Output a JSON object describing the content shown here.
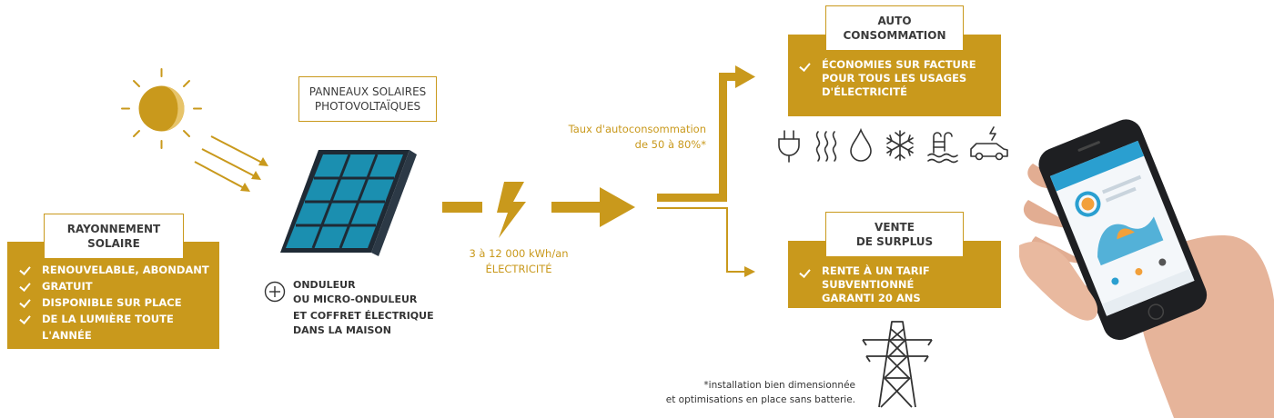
{
  "colors": {
    "accent": "#c9991c",
    "panel_blue": "#1b8fb0",
    "text_dark": "#333333"
  },
  "radiation": {
    "title_line1": "RAYONNEMENT",
    "title_line2": "SOLAIRE",
    "items": [
      "RENOUVELABLE, ABONDANT",
      "GRATUIT",
      "DISPONIBLE SUR PLACE",
      "DE LA LUMIÈRE TOUTE L'ANNÉE"
    ]
  },
  "panels": {
    "title_line1": "PANNEAUX SOLAIRES",
    "title_line2": "PHOTOVOLTAÏQUES"
  },
  "inverter": {
    "line1": "ONDULEUR",
    "line2": "OU MICRO-ONDULEUR",
    "line3": "ET COFFRET ÉLECTRIQUE",
    "line4": "DANS LA MAISON"
  },
  "production": {
    "line1": "3 à 12 000 kWh/an",
    "line2": "ÉLECTRICITÉ"
  },
  "rate": {
    "line1": "Taux d'autoconsommation",
    "line2": "de 50 à 80%*"
  },
  "self_consumption": {
    "title_line1": "AUTO",
    "title_line2": "CONSOMMATION",
    "text_line1": "ÉCONOMIES SUR FACTURE",
    "text_line2": "POUR TOUS LES USAGES",
    "text_line3": "D'ÉLECTRICITÉ"
  },
  "uses_icons": [
    "plug-icon",
    "heating-icon",
    "water-drop-icon",
    "snowflake-icon",
    "pool-icon",
    "electric-car-icon"
  ],
  "surplus": {
    "title_line1": "VENTE",
    "title_line2": "DE SURPLUS",
    "text_line1": "RENTE À UN TARIF SUBVENTIONNÉ",
    "text_line2": "GARANTI 20 ANS"
  },
  "footnote": {
    "line1": "*installation bien dimensionnée",
    "line2": "et optimisations en place sans batterie."
  }
}
